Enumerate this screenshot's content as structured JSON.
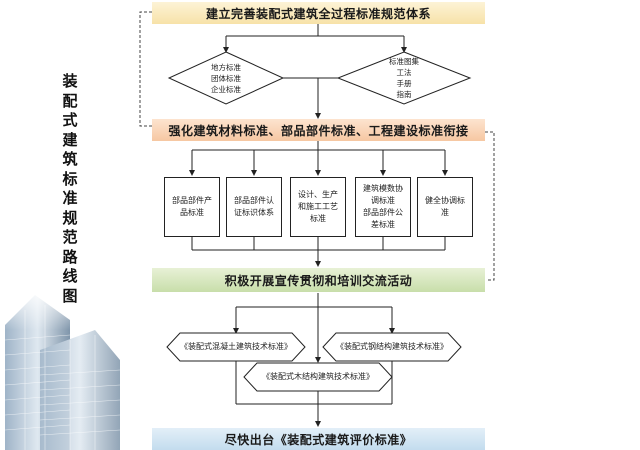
{
  "diagram": {
    "vertical_title": "装配式建筑标准规范路线图",
    "top_band": "建立完善装配式建筑全过程标准规范体系",
    "diamond_left": [
      "地方标准",
      "团体标准",
      "企业标准"
    ],
    "diamond_right": [
      "标准图集",
      "工法",
      "手册",
      "指南"
    ],
    "mid_band": "强化建筑材料标准、部品部件标准、工程建设标准衔接",
    "boxes": [
      [
        "部品部件产",
        "品标准"
      ],
      [
        "部品部件认",
        "证标识体系"
      ],
      [
        "设计、生产",
        "和施工工艺",
        "标准"
      ],
      [
        "建筑模数协",
        "调标准",
        "部品部件公",
        "差标准"
      ],
      [
        "健全协调标",
        "准"
      ]
    ],
    "green_band": "积极开展宣传贯彻和培训交流活动",
    "hexagons": [
      "《装配式混凝土建筑技术标准》",
      "《装配式钢结构建筑技术标准》",
      "《装配式木结构建筑技术标准》"
    ],
    "bottom_band": "尽快出台《装配式建筑评价标准》"
  }
}
